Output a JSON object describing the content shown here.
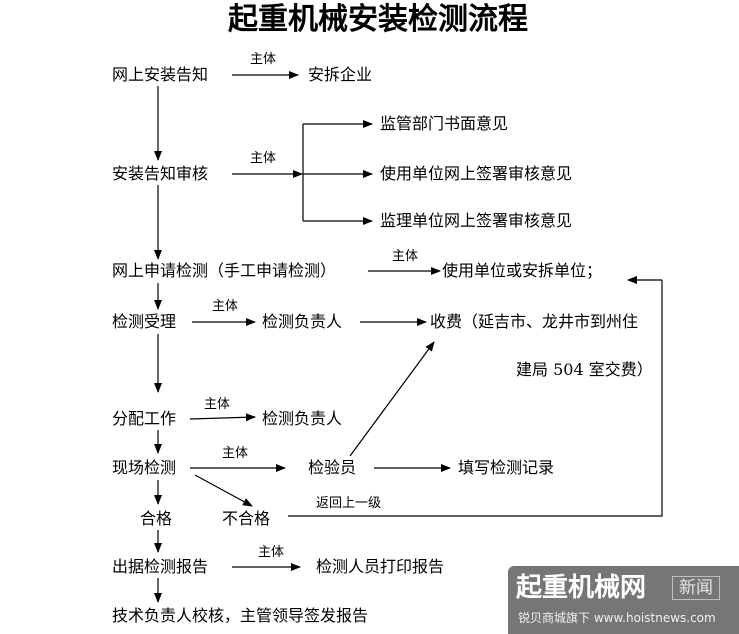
{
  "title": "起重机械安装检测流程",
  "nodes": {
    "n1": "网上安装告知",
    "n1_target": "安拆企业",
    "n2": "安装告知审核",
    "n2_t1": "监管部门书面意见",
    "n2_t2": "使用单位网上签署审核意见",
    "n2_t3": "监理单位网上签署审核意见",
    "n3": "网上申请检测（手工申请检测）",
    "n3_target": "使用单位或安拆单位；",
    "n4": "检测受理",
    "n4_target": "检测负责人",
    "n4_fee_line1": "收费（延吉市、龙井市到州住",
    "n4_fee_line2": "建局 504 室交费）",
    "n5": "分配工作",
    "n5_target": "检测负责人",
    "n6": "现场检测",
    "n6_target": "检验员",
    "n6_record": "填写检测记录",
    "n7_pass": "合格",
    "n7_fail": "不合格",
    "n8": "出据检测报告",
    "n8_target": "检测人员打印报告",
    "n9": "技术负责人校核，主管领导签发报告"
  },
  "edge_labels": {
    "e1": "主体",
    "e2": "主体",
    "e3": "主体",
    "e4": "主体",
    "e5": "主体",
    "e6": "主体",
    "e7": "主体",
    "return": "返回上一级"
  },
  "watermark": {
    "brand": "起重机械网",
    "tag": "新闻",
    "sub": "锐贝商城旗下 www.hoistnews.com"
  }
}
